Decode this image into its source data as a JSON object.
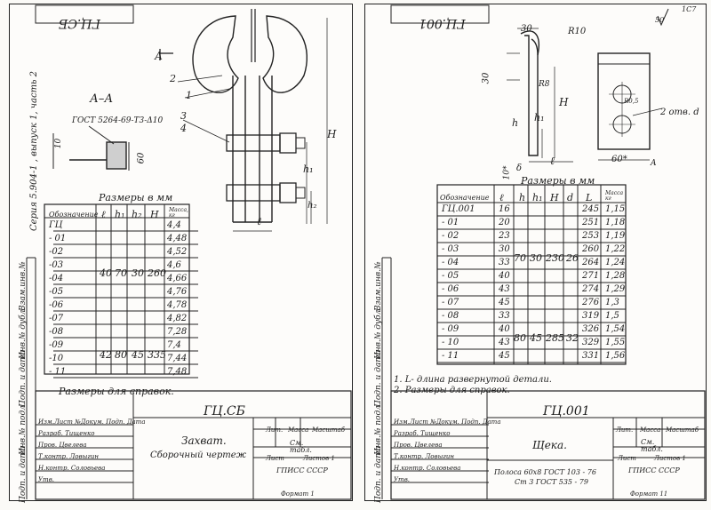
{
  "left": {
    "header_code": "ГЦ.СБ",
    "section_mark": "А",
    "section_title": "А–А",
    "gost_callout": "ГОСТ 5264-69-Т3-Δ10",
    "series_note": "Серия 5.904-1  , выпуск 1, часть 2",
    "positions": [
      "1",
      "2",
      "3",
      "4"
    ],
    "dims": {
      "ten": "10",
      "sixty": "60",
      "H": "H",
      "h1": "h₁",
      "h2": "h₂",
      "l": "ℓ"
    },
    "table_caption": "Размеры в мм",
    "table_headers": [
      "Обозначение",
      "ℓ",
      "h₁",
      "h₂",
      "H",
      "Масса, кг"
    ],
    "row_names": [
      "ГЦ",
      "- 01",
      "-02",
      "-03",
      "-04",
      "-05",
      "-06",
      "-07",
      "-08",
      "-09",
      "-10",
      "- 11"
    ],
    "masses": [
      "4,4",
      "4,48",
      "4,52",
      "4,6",
      "4,66",
      "4,76",
      "4,78",
      "4,82",
      "7,28",
      "7,4",
      "7,44",
      "7,48"
    ],
    "group1": {
      "l": "40",
      "h1": "70",
      "h2": "30",
      "H": "260"
    },
    "group2": {
      "l": "42",
      "h1": "80",
      "h2": "45",
      "H": "335"
    },
    "note": "Размеры для справок.",
    "stamp": {
      "code": "ГЦ.СБ",
      "title": "Захват.",
      "subtitle": "Сборочный чертеж",
      "cols": [
        "Лит.",
        "Масса",
        "Масштаб"
      ],
      "see": "См. табл.",
      "sheet": "Лист",
      "sheets": "Листов 1",
      "org": "ГПИСС СССР",
      "format": "Формат 1",
      "rows": [
        "Изм.Лист №Докум. Подп. Дата",
        "Разраб. Тищенко",
        "Пров. Цвелева",
        "Т.контр. Ловыгин",
        "Н.контр. Соловьева",
        "Утв."
      ]
    },
    "side_labels": [
      "Взам.инв.№",
      "Инв.№ дубл.",
      "Подп. и дата",
      "Инв.№ подл.",
      "Подп. и дата"
    ]
  },
  "right": {
    "header_code": "ГЦ.001",
    "corner": "1С7",
    "roughness": "50",
    "dims": {
      "thirty": "30",
      "r10": "R10",
      "r8": "R8",
      "H": "H",
      "h1": "h₁",
      "h": "h",
      "l": "ℓ",
      "ten": "10*",
      "delta": "δ",
      "sixty": "60*",
      "r05": "R0,5",
      "holes": "2 отв. d",
      "A": "A"
    },
    "table_caption": "Размеры в мм",
    "table_headers": [
      "Обозначение",
      "ℓ",
      "h",
      "h₁",
      "H",
      "d",
      "L",
      "Масса кг"
    ],
    "rows": [
      {
        "name": "ГЦ.001",
        "l": "16",
        "L": "245",
        "m": "1,15"
      },
      {
        "name": "- 01",
        "l": "20",
        "L": "251",
        "m": "1,18"
      },
      {
        "name": "- 02",
        "l": "23",
        "L": "253",
        "m": "1,19"
      },
      {
        "name": "- 03",
        "l": "30",
        "L": "260",
        "m": "1,22"
      },
      {
        "name": "- 04",
        "l": "33",
        "L": "264",
        "m": "1,24"
      },
      {
        "name": "- 05",
        "l": "40",
        "L": "271",
        "m": "1,28"
      },
      {
        "name": "- 06",
        "l": "43",
        "L": "274",
        "m": "1,29"
      },
      {
        "name": "- 07",
        "l": "45",
        "L": "276",
        "m": "1,3"
      },
      {
        "name": "- 08",
        "l": "33",
        "L": "319",
        "m": "1,5"
      },
      {
        "name": "- 09",
        "l": "40",
        "L": "326",
        "m": "1,54"
      },
      {
        "name": "- 10",
        "l": "43",
        "L": "329",
        "m": "1,55"
      },
      {
        "name": "- 11",
        "l": "45",
        "L": "331",
        "m": "1,56"
      }
    ],
    "group1": {
      "h": "70",
      "h1": "30",
      "H": "230",
      "d": "26"
    },
    "group2": {
      "h": "80",
      "h1": "45",
      "H": "285",
      "d": "32"
    },
    "notes": [
      "1. L- длина развернутой детали.",
      "2. Размеры для справок."
    ],
    "stamp": {
      "code": "ГЦ.001",
      "title": "Щека.",
      "material_1": "Полоса  60x8 ГОСТ 103 - 76",
      "material_2": "Ст 3  ГОСТ 535 - 79",
      "cols": [
        "Лит.",
        "Масса",
        "Масштаб"
      ],
      "see": "См. табл.",
      "sheet": "Лист",
      "sheets": "Листов 1",
      "org": "ГПИСС СССР",
      "format": "Формат 11",
      "rows": [
        "Изм.Лист №Докум. Подп. Дата",
        "Разраб. Тищенко",
        "Пров. Цвелева",
        "Т.контр. Ловыгин",
        "Н.контр. Соловьева",
        "Утв."
      ]
    },
    "side_labels": [
      "Взам.инв.№",
      "Инв.№ дубл.",
      "Подп. и дата",
      "Инв.№ подл.",
      "Подп. и дата"
    ]
  }
}
